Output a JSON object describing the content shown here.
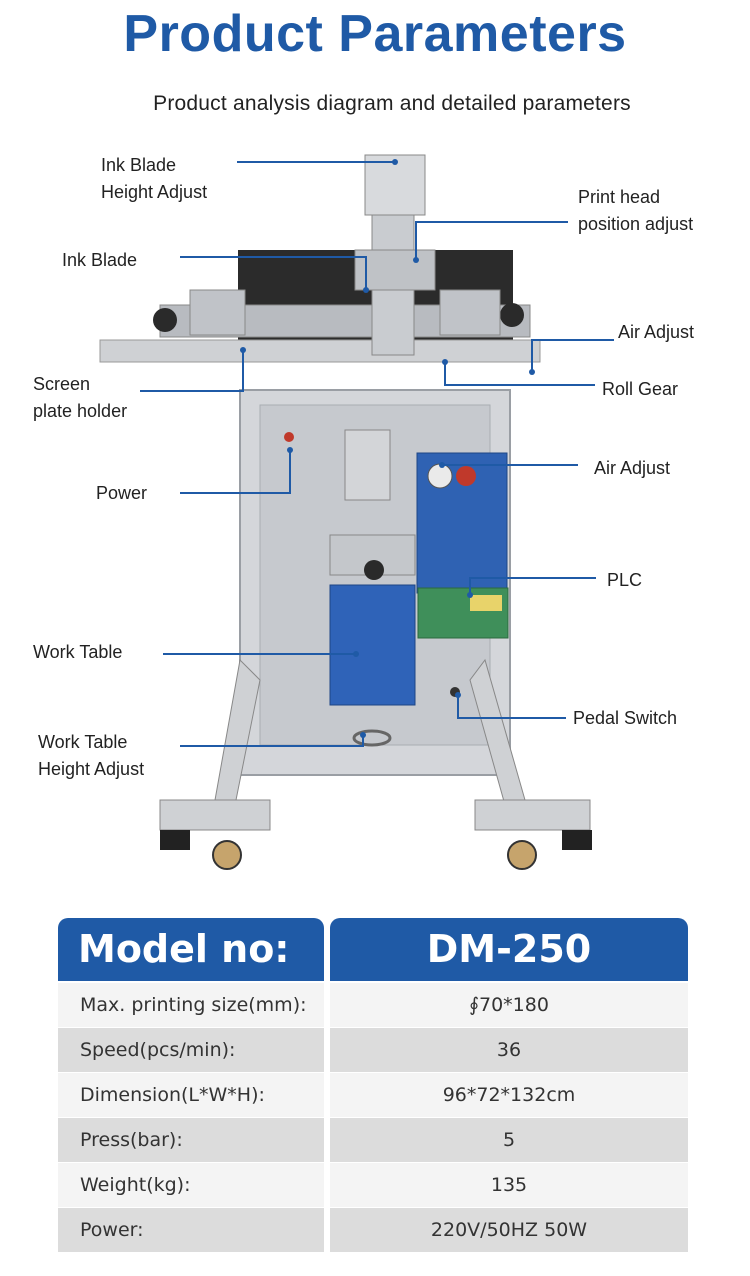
{
  "header": {
    "title": "Product Parameters",
    "subtitle": "Product analysis diagram and detailed parameters"
  },
  "callouts": {
    "ink_blade_height_adjust": [
      "Ink Blade",
      "Height Adjust"
    ],
    "print_head_position_adjust": [
      "Print head",
      "position adjust"
    ],
    "ink_blade": "Ink Blade",
    "air_adjust_top": "Air Adjust",
    "screen_plate_holder": [
      "Screen",
      "plate holder"
    ],
    "roll_gear": "Roll Gear",
    "air_adjust_mid": "Air Adjust",
    "power": "Power",
    "plc": "PLC",
    "work_table": "Work Table",
    "pedal_switch": "Pedal Switch",
    "work_table_height_adjust": [
      "Work Table",
      "Height Adjust"
    ]
  },
  "specs": {
    "model_label": "Model no:",
    "model_value": "DM-250",
    "rows": [
      {
        "key": "Max. printing size(mm):",
        "value": "∮70*180"
      },
      {
        "key": "Speed(pcs/min):",
        "value": "36"
      },
      {
        "key": "Dimension(L*W*H):",
        "value": "96*72*132cm"
      },
      {
        "key": "Press(bar):",
        "value": "5"
      },
      {
        "key": "Weight(kg):",
        "value": "135"
      },
      {
        "key": "Power:",
        "value": "220V/50HZ 50W"
      }
    ]
  },
  "colors": {
    "brand_blue": "#1f5aa6",
    "row_light": "#f4f4f4",
    "row_dark": "#dcdcdc"
  }
}
